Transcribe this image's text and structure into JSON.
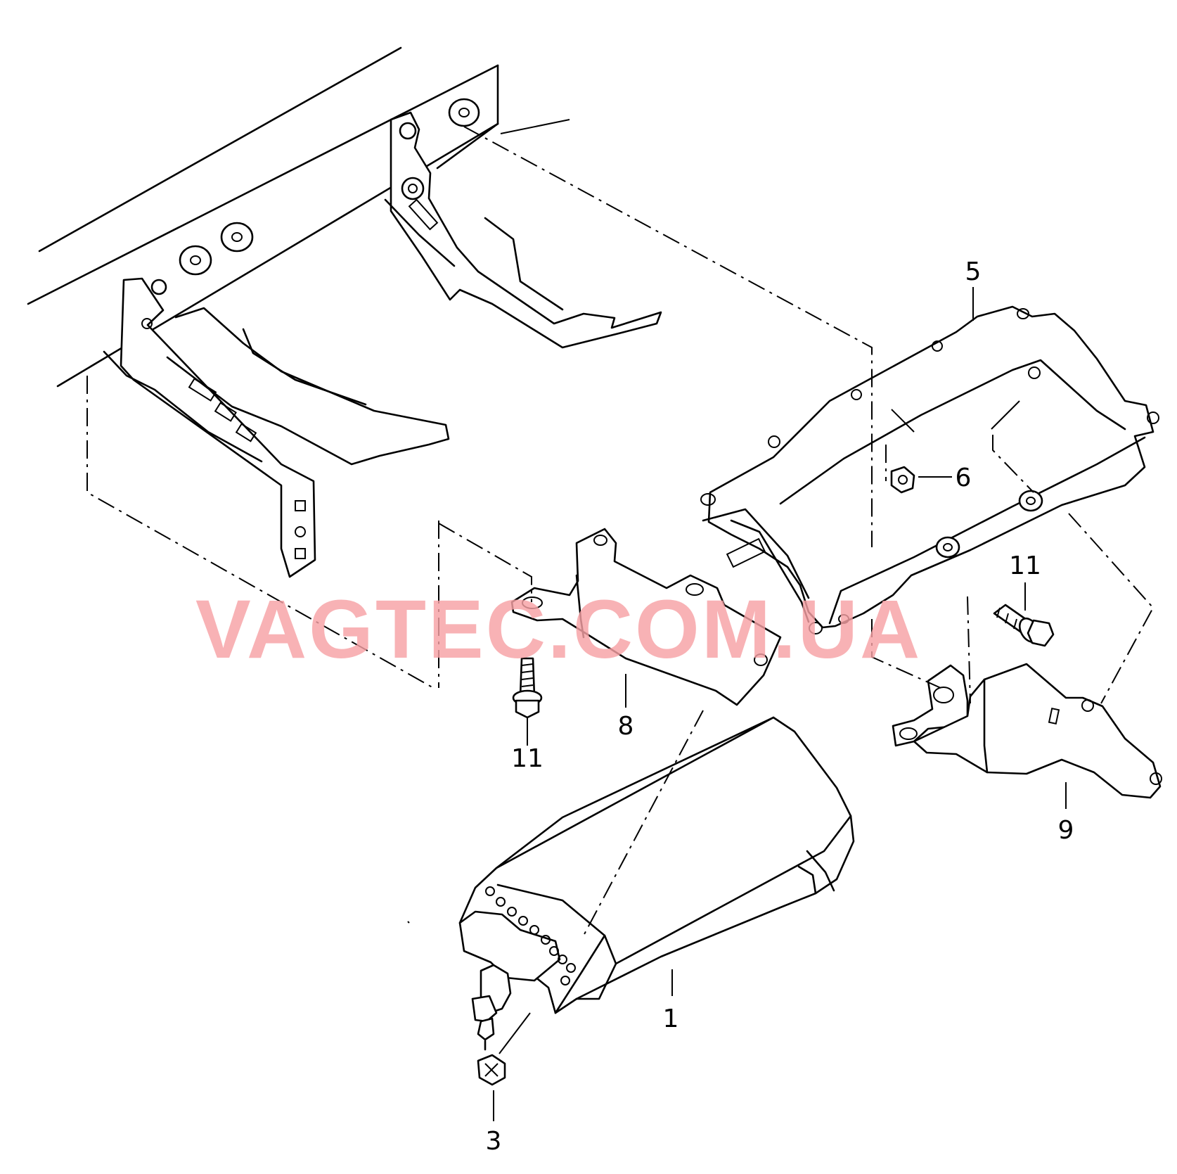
{
  "watermark": "VAGTEC.COM.UA",
  "callouts": {
    "c1": "1",
    "c3": "3",
    "c5": "5",
    "c6": "6",
    "c8": "8",
    "c9": "9",
    "c11a": "11",
    "c11b": "11"
  }
}
